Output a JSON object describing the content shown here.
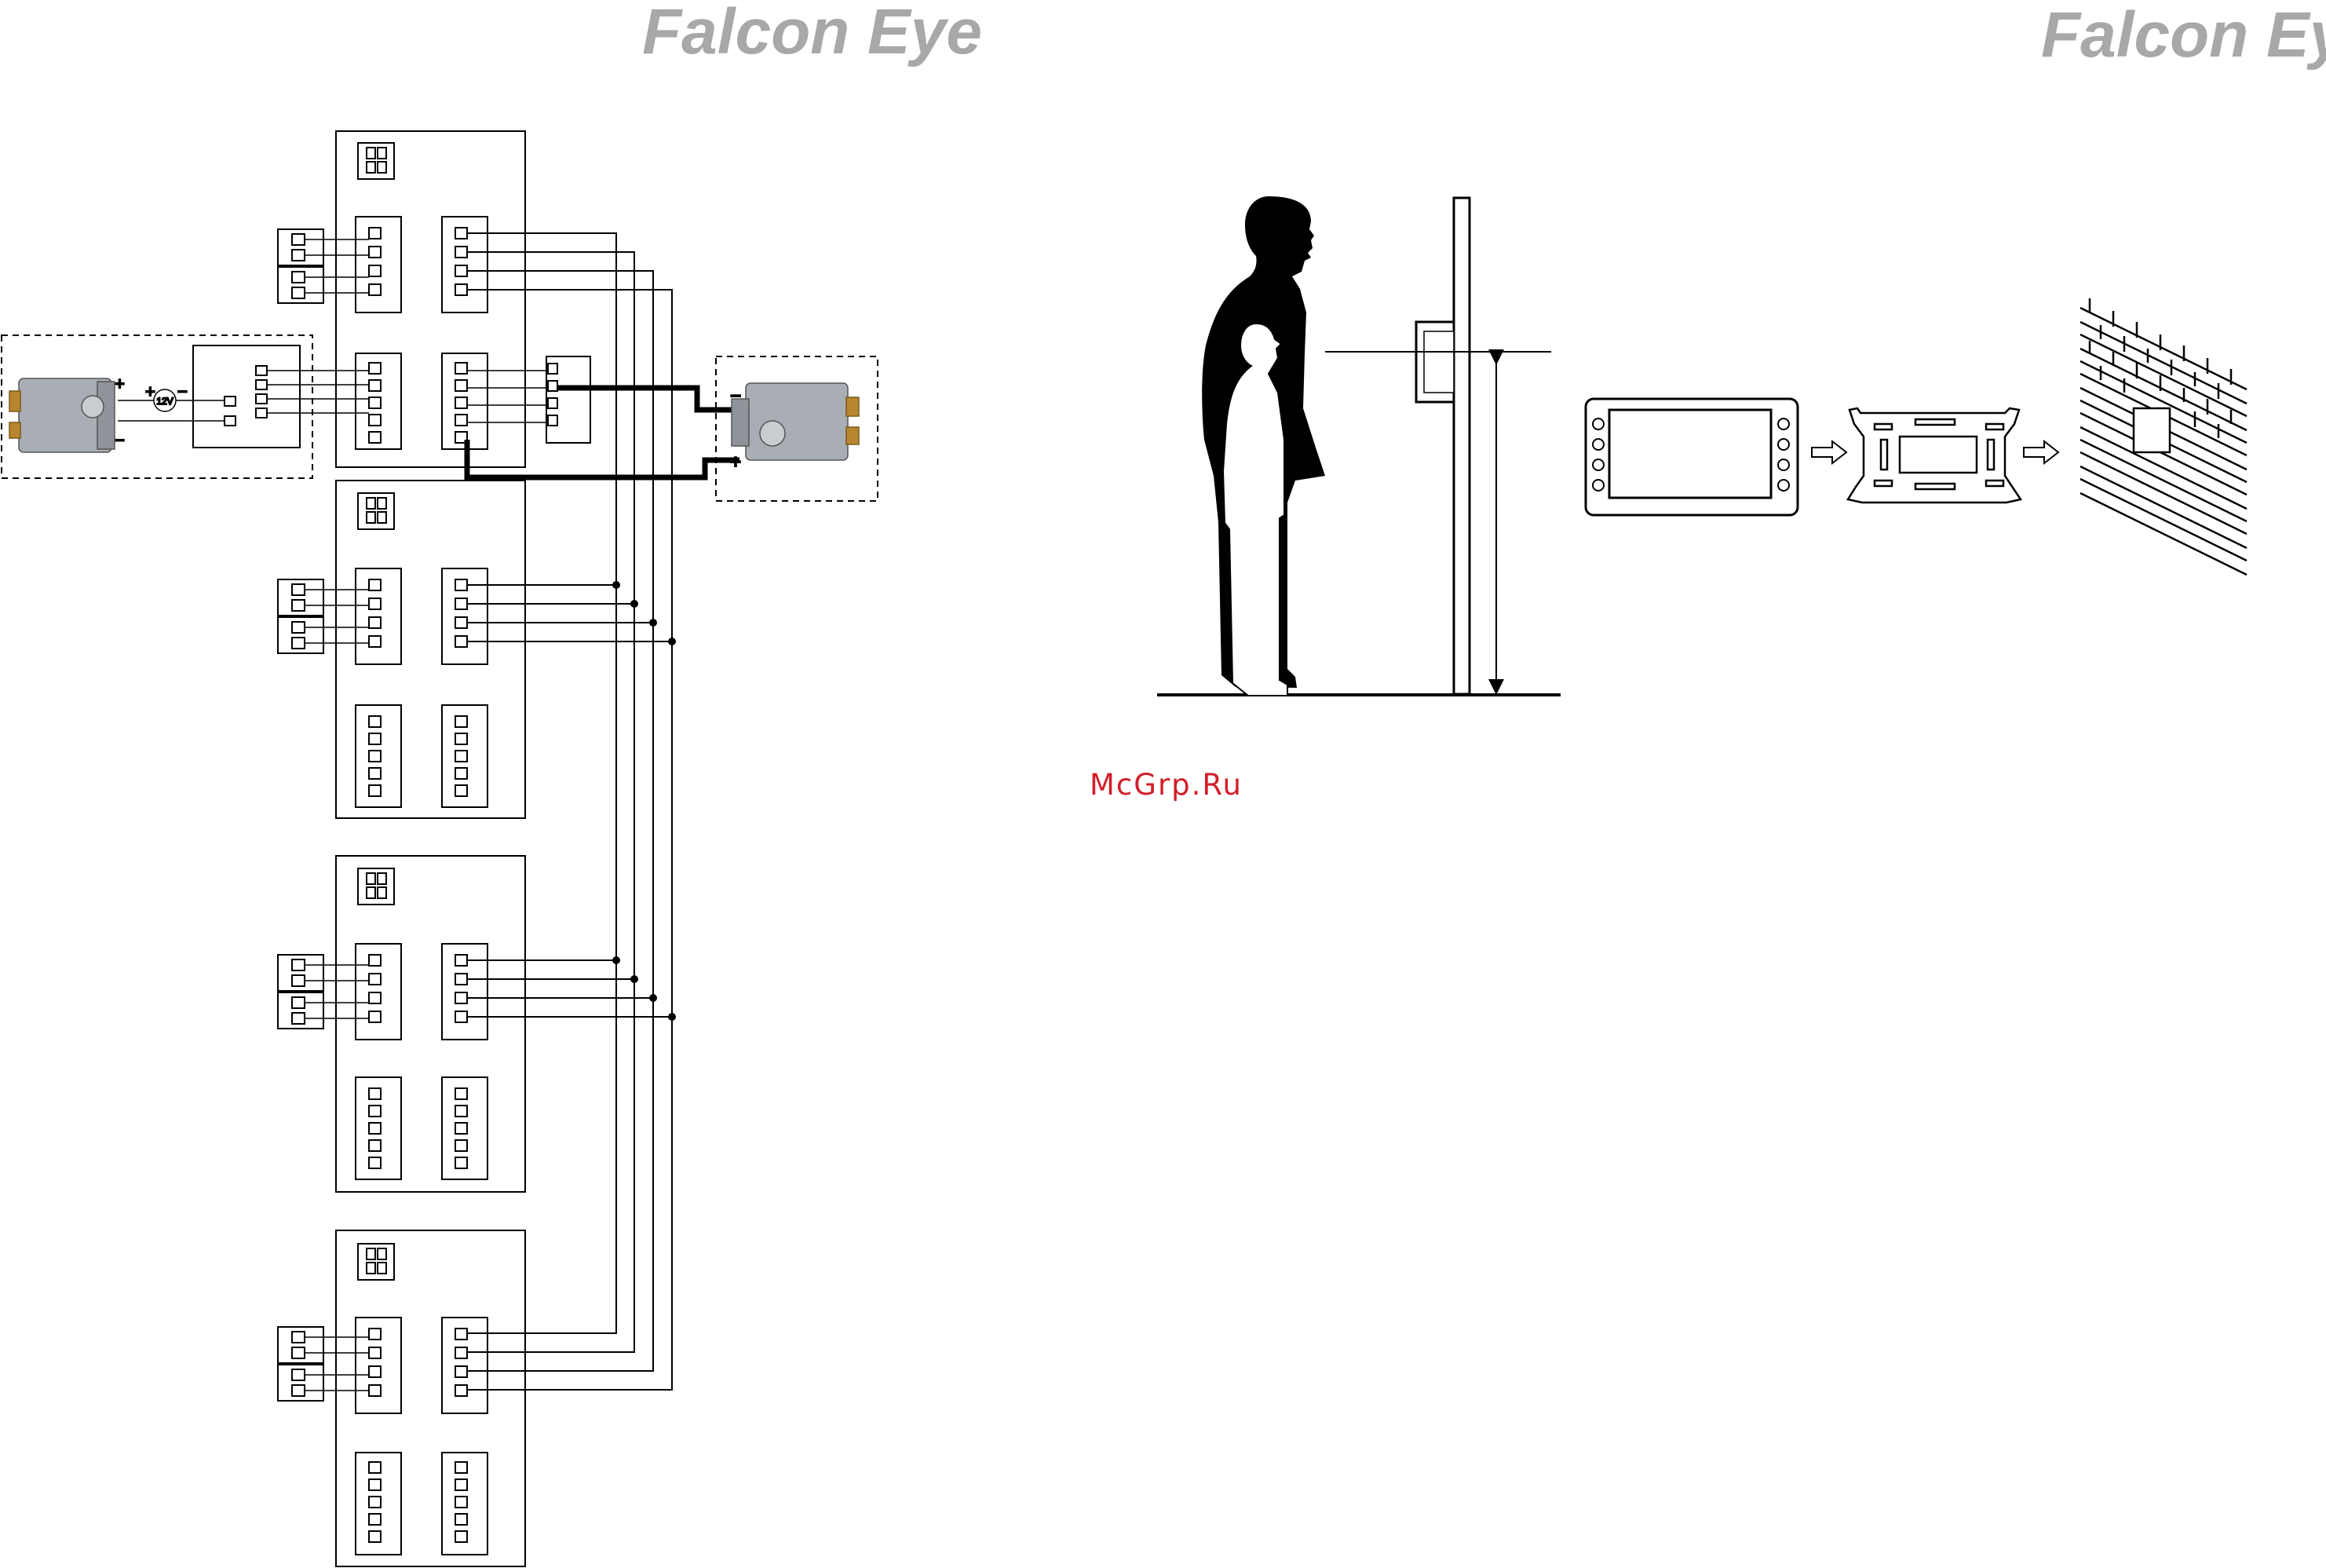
{
  "logos": {
    "left": "Falcon Eye",
    "right": "Falcon Eye"
  },
  "watermark": "McGrp.Ru",
  "wiring": {
    "lock_left": {
      "plus": "+",
      "minus": "−",
      "psu_plus": "+",
      "psu_minus": "−",
      "psu_label": "12V"
    },
    "lock_right": {
      "plus": "+",
      "minus": "−"
    },
    "monitor_count": 4
  },
  "colors": {
    "logo": "#a8a8a8",
    "watermark": "#d21e28",
    "line": "#000000",
    "lock_body": "#a9aeb4",
    "lock_bolt": "#b8862e"
  }
}
